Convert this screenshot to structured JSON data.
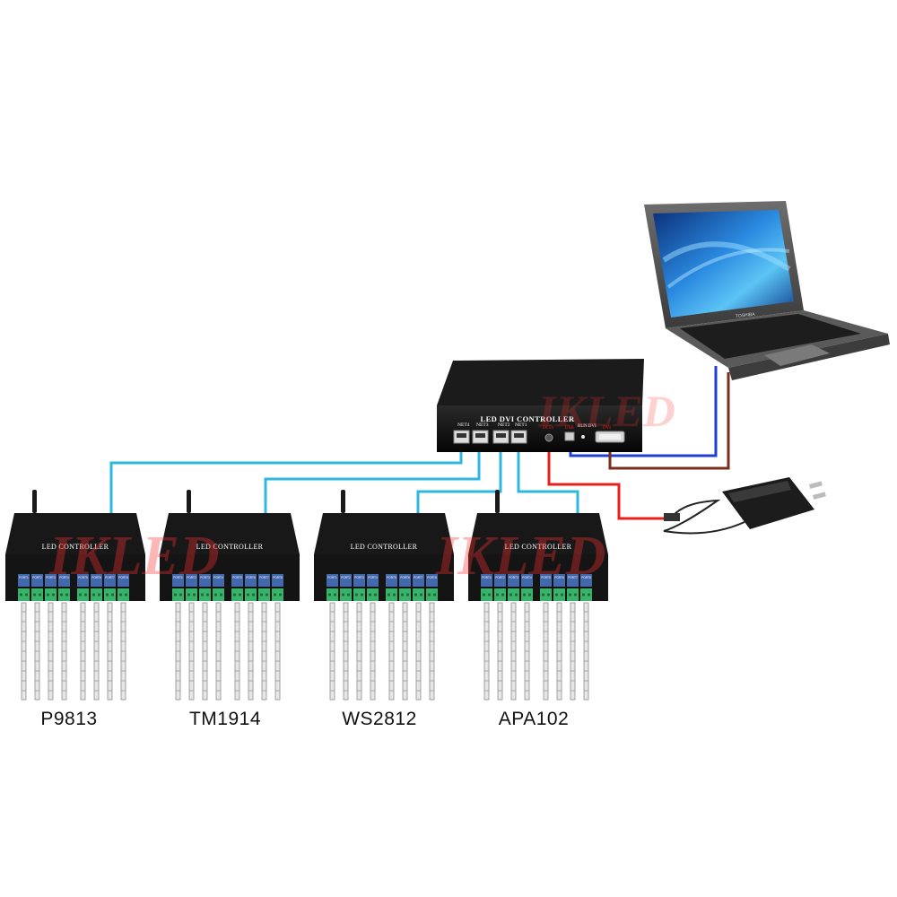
{
  "main_controller": {
    "title": "LED DVI CONTROLLER",
    "ports": [
      "NET4",
      "NET3",
      "NET2",
      "NET1"
    ],
    "dc_label": "DC5V",
    "usb_label": "USB",
    "run_label": "RUN DVI",
    "dvi_label": "DVI"
  },
  "laptop": {
    "brand": "TOSHIBA"
  },
  "watermark": "IKLED",
  "sub_controllers": [
    {
      "title": "LED CONTROLLER",
      "model": "P9813"
    },
    {
      "title": "LED CONTROLLER",
      "model": "TM1914"
    },
    {
      "title": "LED CONTROLLER",
      "model": "WS2812"
    },
    {
      "title": "LED CONTROLLER",
      "model": "APA102"
    }
  ],
  "sub_port_labels": [
    "PORT1",
    "PORT2",
    "PORT3",
    "PORT4",
    "PORT5",
    "PORT6",
    "PORT7",
    "PORT8"
  ],
  "colors": {
    "ethernet_cable": "#2fb7df",
    "usb_cable": "#1e3fd0",
    "dvi_cable": "#7a2e1e",
    "power_cable": "#e8201c",
    "enclosure": "#141414",
    "screen": "#1e6fc4",
    "terminal": "#39b36a"
  }
}
